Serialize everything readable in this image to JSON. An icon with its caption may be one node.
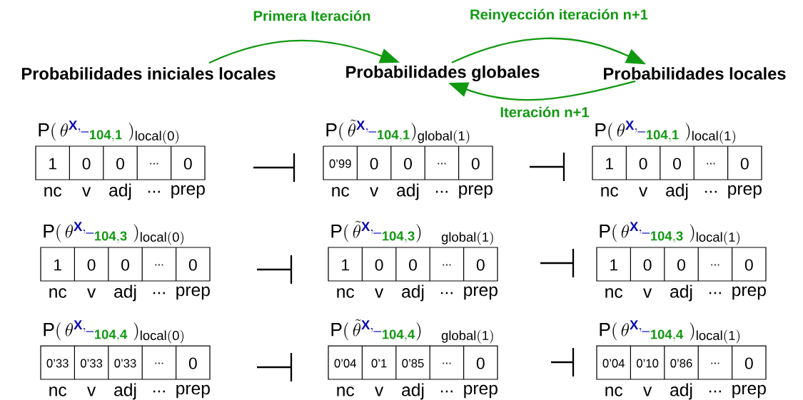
{
  "diagram": {
    "nodes": [
      {
        "text": [
          "Probabilidades iniciales locales"
        ]
      },
      {
        "text": [
          "Probabilidades globales"
        ]
      },
      {
        "text": [
          "Probabilidades locales"
        ]
      },
      {
        "text": [
          "\\mathrm{P}(\\,\\theta^{\\color[HTML]{0A0AB4}\\mathbf{X,\\_}}_{\\color[HTML]{119911}\\mathbf{104,1}}\\;)_{\\mathrm{local(0)}}",
          "1",
          "0",
          "0",
          "...",
          "0"
        ],
        "beside": [
          "nc",
          "v",
          "adj",
          "...",
          "prep"
        ]
      },
      {
        "text": [
          "\\mathrm{P}(\\,\\tilde{\\theta}^{\\color[HTML]{0A0AB4}\\mathbf{X,\\_}}_{\\color[HTML]{119911}\\mathbf{104,1}})_{\\mathrm{global(1)}}",
          "0’99",
          "0",
          "0",
          "...",
          "0"
        ],
        "beside": [
          "nc",
          "v",
          "adj",
          "...",
          "prep"
        ]
      },
      {
        "text": [
          "\\mathrm{P}(\\,\\theta^{\\color[HTML]{0A0AB4}\\mathbf{X,\\_}}_{\\color[HTML]{119911}\\mathbf{104,1}}\\;)_{\\mathrm{local(1)}}",
          "1",
          "0",
          "0",
          "...",
          "0"
        ],
        "beside": [
          "nc",
          "v",
          "adj",
          "...",
          "prep"
        ]
      },
      {
        "text": [
          "\\mathrm{P}(\\,\\theta^{\\color[HTML]{0A0AB4}\\mathbf{X,\\_}}_{\\color[HTML]{119911}\\mathbf{104,3}}\\;)_{\\mathrm{local(0)}}",
          "1",
          "0",
          "0",
          "...",
          "0"
        ],
        "beside": [
          "nc",
          "v",
          "adj",
          "...",
          "prep"
        ]
      },
      {
        "text": [
          "\\mathrm{P}(\\,\\tilde{\\theta}^{\\color[HTML]{0A0AB4}\\mathbf{X,\\_}}_{\\color[HTML]{119911}\\mathbf{104,3}})\\quad_{\\mathrm{global(1)}}",
          "1",
          "0",
          "0",
          "...",
          "0"
        ],
        "beside": [
          "nc",
          "v",
          "adj",
          "...",
          "prep"
        ]
      },
      {
        "text": [
          "\\mathrm{P}(\\,\\theta^{\\color[HTML]{0A0AB4}\\mathbf{X,\\_}}_{\\color[HTML]{119911}\\mathbf{104,3}}\\;)_{\\mathrm{local(1)}}",
          "1",
          "0",
          "0",
          "...",
          "0"
        ],
        "beside": [
          "nc",
          "v",
          "adj",
          "...",
          "prep"
        ]
      },
      {
        "text": [
          "\\mathrm{P}(\\,\\theta^{\\color[HTML]{0A0AB4}\\mathbf{X,\\_}}_{\\color[HTML]{119911}\\mathbf{104,4}}\\;)_{\\mathrm{local(0)}}",
          "0’33",
          "0’33",
          "0’33",
          "...",
          "0"
        ],
        "beside": [
          "nc",
          "v",
          "adj",
          "...",
          "prep"
        ]
      },
      {
        "text": [
          "\\mathrm{P}(\\,\\tilde{\\theta}^{\\color[HTML]{0A0AB4}\\mathbf{X,\\_}}_{\\color[HTML]{119911}\\mathbf{104,4}})\\quad_{\\mathrm{global(1)}}",
          "0’04",
          "0’1",
          "0’85",
          "...",
          "0"
        ],
        "beside": [
          "nc",
          "v",
          "adj",
          "...",
          "prep"
        ]
      },
      {
        "text": [
          "\\mathrm{P}(\\,\\theta^{\\color[HTML]{0A0AB4}\\mathbf{X,\\_}}_{\\color[HTML]{119911}\\mathbf{104,4}}\\;)_{\\mathrm{local(1)}}",
          "0’04",
          "0’10",
          "0’86",
          "...",
          "0"
        ],
        "beside": [
          "nc",
          "v",
          "adj",
          "...",
          "prep"
        ]
      }
    ],
    "edges": [
      {
        "from": 0,
        "to": 1,
        "arrow": "to",
        "label": "Primera Iteración",
        "color": "#119911"
      },
      {
        "from": 1,
        "to": 2,
        "arrow": "to",
        "label": "Reinyección iteración n+1",
        "color": "#119911"
      },
      {
        "from": 2,
        "to": 1,
        "arrow": "to",
        "label": "Iteración n+1",
        "color": "#119911"
      }
    ]
  }
}
